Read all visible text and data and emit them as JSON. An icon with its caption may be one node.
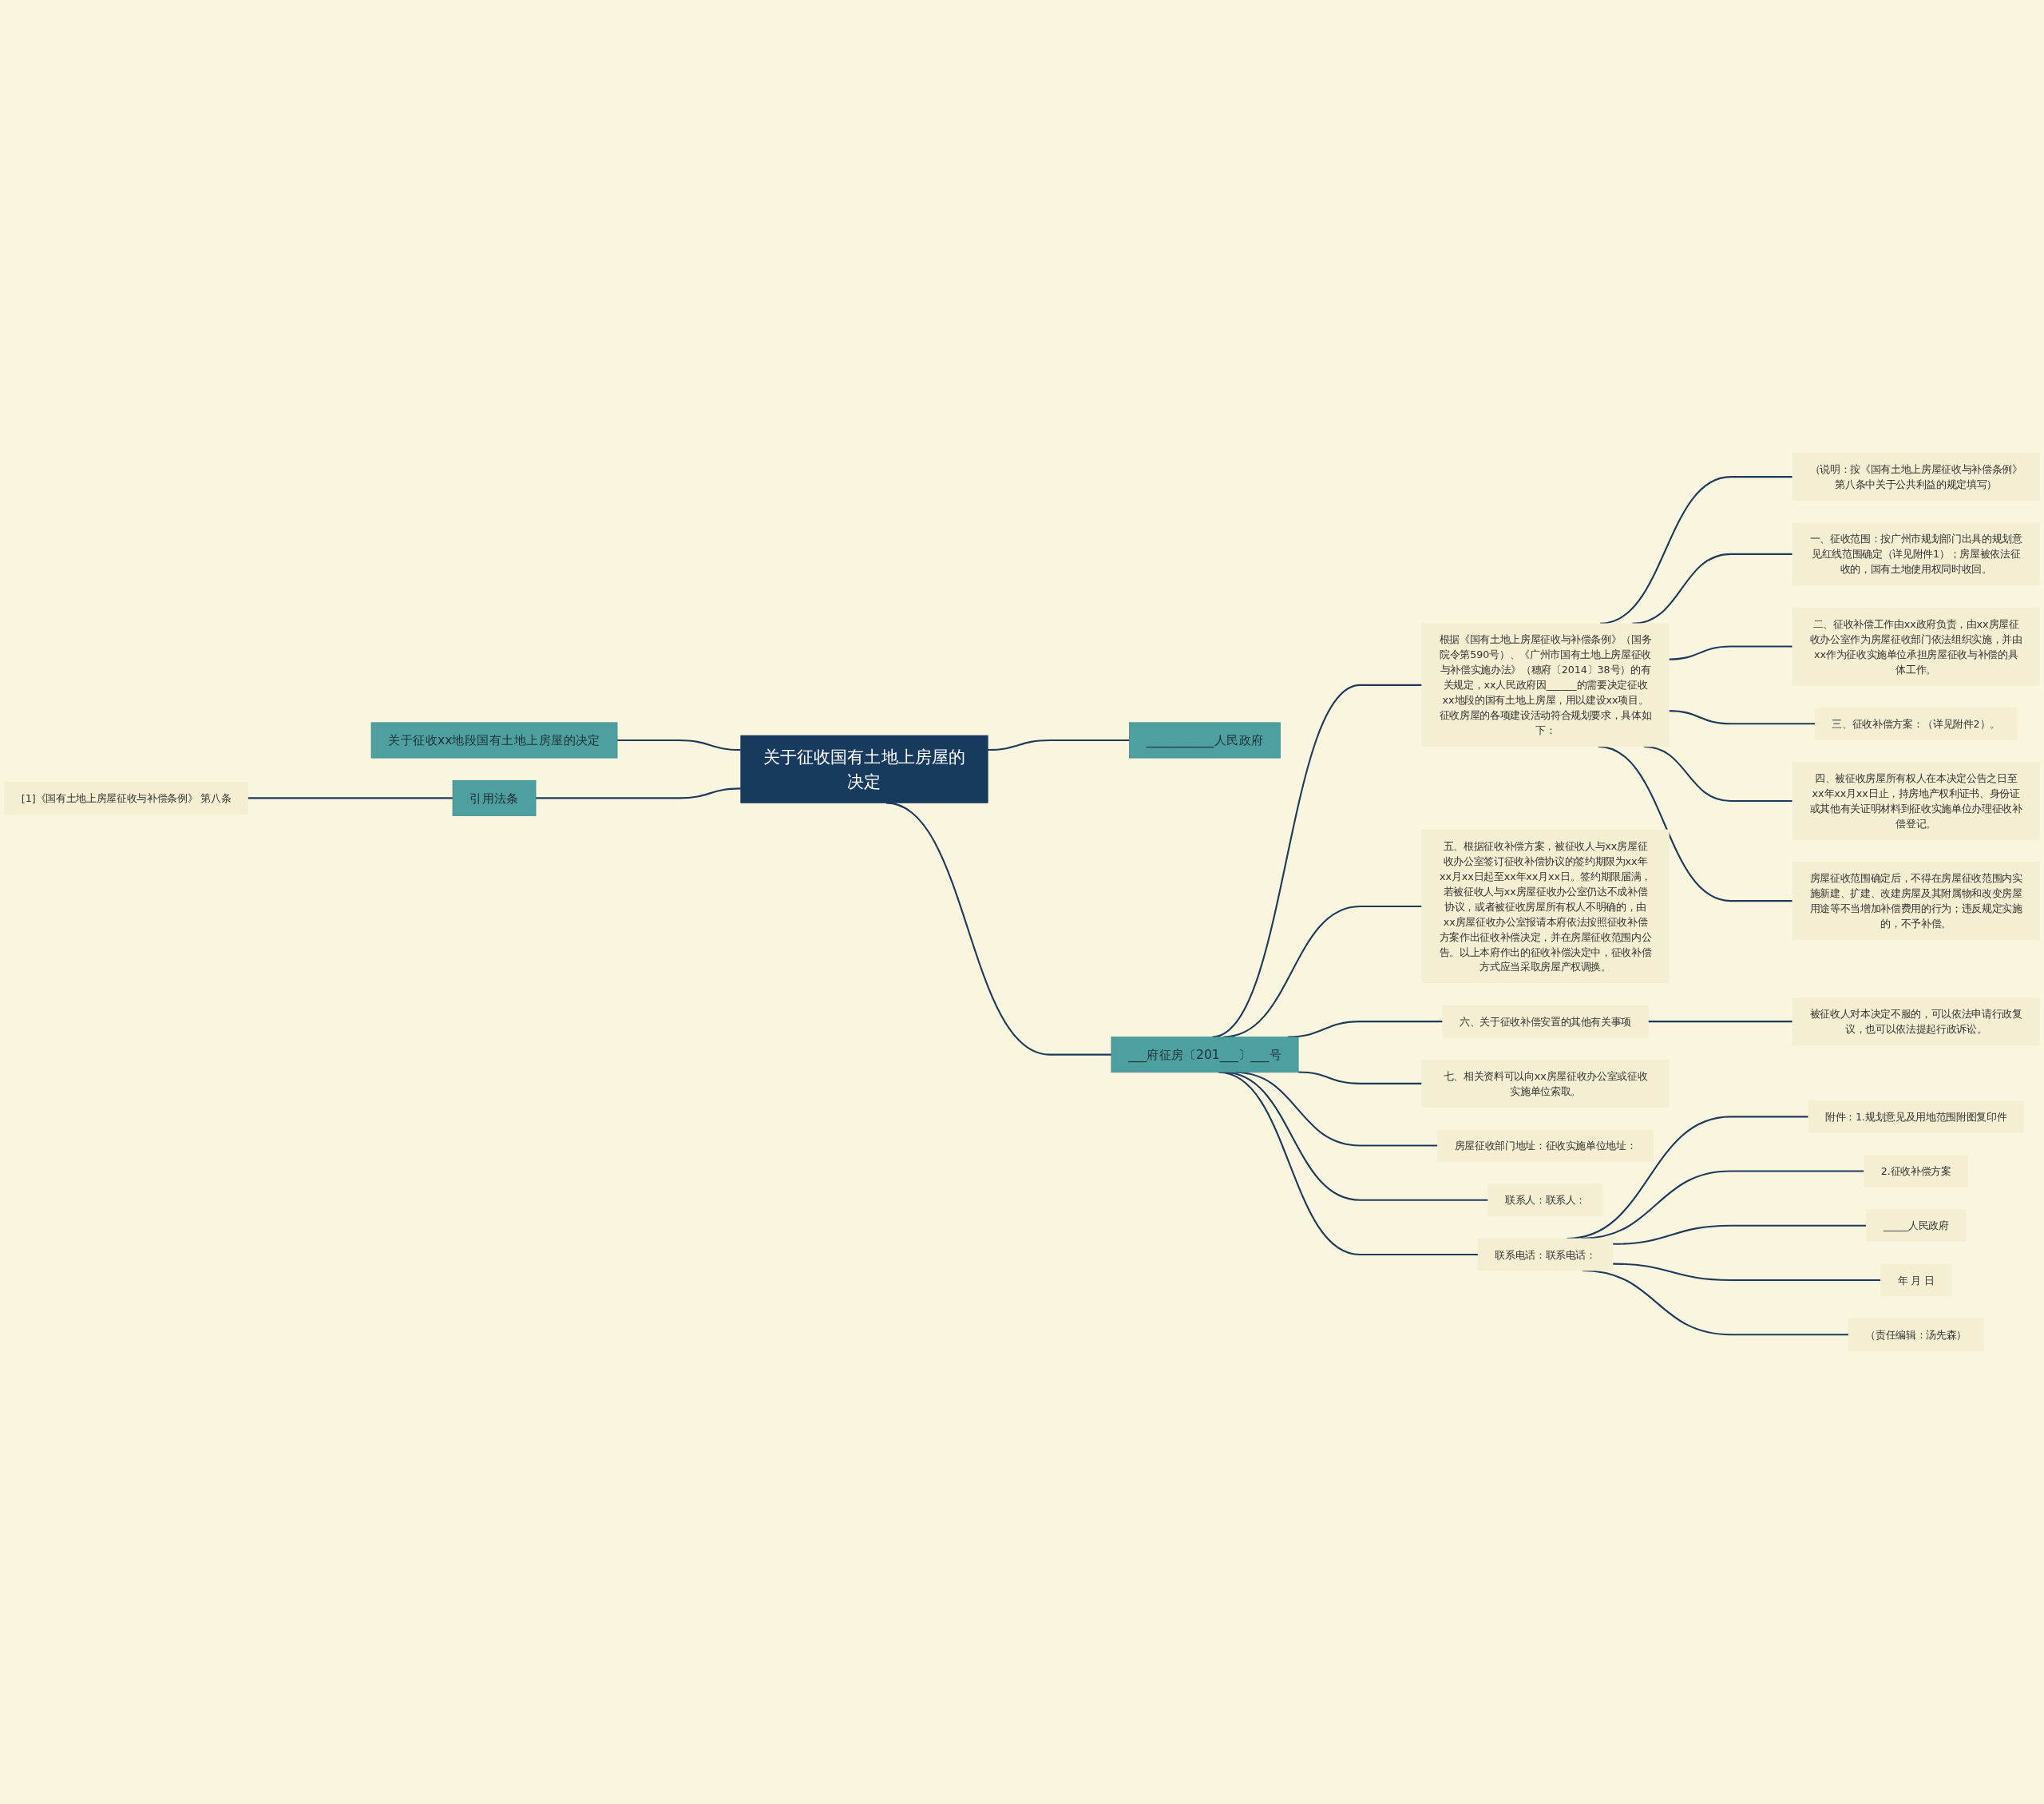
{
  "diagram": {
    "nodes": [
      {
        "text": [
          "关于征收国有土地上房屋的决定"
        ]
      },
      {
        "text": [
          "关于征收xx地段国有土地上房屋的决定"
        ]
      },
      {
        "text": [
          "引用法条"
        ]
      },
      {
        "text": [
          "[1]《国有土地上房屋征收与补偿条例》 第八条"
        ]
      },
      {
        "text": [
          "___________人民政府"
        ]
      },
      {
        "text": [
          "___府征房〔201___〕___号"
        ]
      },
      {
        "text": [
          "根据《国有土地上房屋征收与补偿条例》（国务院令第590号）、《广州市国有土地上房屋征收与补偿实施办法》（穗府〔2014〕38号）的有关规定，xx人民政府因______的需要决定征收xx地段的国有土地上房屋，用以建设xx项目。征收房屋的各项建设活动符合规划要求，具体如下："
        ]
      },
      {
        "text": [
          "（说明：按《国有土地上房屋征收与补偿条例》第八条中关于公共利益的规定填写）"
        ]
      },
      {
        "text": [
          "一、征收范围：按广州市规划部门出具的规划意见红线范围确定（详见附件1）；房屋被依法征收的，国有土地使用权同时收回。"
        ]
      },
      {
        "text": [
          "二、征收补偿工作由xx政府负责，由xx房屋征收办公室作为房屋征收部门依法组织实施，并由xx作为征收实施单位承担房屋征收与补偿的具体工作。"
        ]
      },
      {
        "text": [
          "三、征收补偿方案：（详见附件2）。"
        ]
      },
      {
        "text": [
          "四、被征收房屋所有权人在本决定公告之日至xx年xx月xx日止，持房地产权利证书、身份证或其他有关证明材料到征收实施单位办理征收补偿登记。"
        ]
      },
      {
        "text": [
          "房屋征收范围确定后，不得在房屋征收范围内实施新建、扩建、改建房屋及其附属物和改变房屋用途等不当增加补偿费用的行为；违反规定实施的，不予补偿。"
        ]
      },
      {
        "text": [
          "五、根据征收补偿方案，被征收人与xx房屋征收办公室签订征收补偿协议的签约期限为xx年xx月xx日起至xx年xx月xx日。签约期限届满，若被征收人与xx房屋征收办公室仍达不成补偿协议，或者被征收房屋所有权人不明确的，由xx房屋征收办公室报请本府依法按照征收补偿方案作出征收补偿决定，并在房屋征收范围内公告。以上本府作出的征收补偿决定中，征收补偿方式应当采取房屋产权调换。"
        ]
      },
      {
        "text": [
          "六、关于征收补偿安置的其他有关事项"
        ]
      },
      {
        "text": [
          "被征收人对本决定不服的，可以依法申请行政复议，也可以依法提起行政诉讼。"
        ]
      },
      {
        "text": [
          "七、相关资料可以向xx房屋征收办公室或征收实施单位索取。"
        ]
      },
      {
        "text": [
          "房屋征收部门地址：征收实施单位地址："
        ]
      },
      {
        "text": [
          "联系人：联系人："
        ]
      },
      {
        "text": [
          "联系电话：联系电话："
        ]
      },
      {
        "text": [
          "附件：1.规划意见及用地范围附图复印件"
        ]
      },
      {
        "text": [
          "2.征收补偿方案"
        ]
      },
      {
        "text": [
          "_____人民政府"
        ]
      },
      {
        "text": [
          "年  月 日"
        ]
      },
      {
        "text": [
          "（责任编辑：汤先森）"
        ]
      }
    ],
    "edges": [
      {
        "from": 0,
        "to": 1,
        "arrow": "none"
      },
      {
        "from": 0,
        "to": 2,
        "arrow": "none"
      },
      {
        "from": 2,
        "to": 3,
        "arrow": "none"
      },
      {
        "from": 0,
        "to": 4,
        "arrow": "none"
      },
      {
        "from": 0,
        "to": 5,
        "arrow": "none"
      },
      {
        "from": 5,
        "to": 6,
        "arrow": "none"
      },
      {
        "from": 6,
        "to": 7,
        "arrow": "none"
      },
      {
        "from": 6,
        "to": 8,
        "arrow": "none"
      },
      {
        "from": 6,
        "to": 9,
        "arrow": "none"
      },
      {
        "from": 6,
        "to": 10,
        "arrow": "none"
      },
      {
        "from": 6,
        "to": 11,
        "arrow": "none"
      },
      {
        "from": 6,
        "to": 12,
        "arrow": "none"
      },
      {
        "from": 5,
        "to": 13,
        "arrow": "none"
      },
      {
        "from": 5,
        "to": 14,
        "arrow": "none"
      },
      {
        "from": 14,
        "to": 15,
        "arrow": "none"
      },
      {
        "from": 5,
        "to": 16,
        "arrow": "none"
      },
      {
        "from": 5,
        "to": 17,
        "arrow": "none"
      },
      {
        "from": 5,
        "to": 18,
        "arrow": "none"
      },
      {
        "from": 5,
        "to": 19,
        "arrow": "none"
      },
      {
        "from": 19,
        "to": 20,
        "arrow": "none"
      },
      {
        "from": 19,
        "to": 21,
        "arrow": "none"
      },
      {
        "from": 19,
        "to": 22,
        "arrow": "none"
      },
      {
        "from": 19,
        "to": 23,
        "arrow": "none"
      },
      {
        "from": 19,
        "to": 24,
        "arrow": "none"
      }
    ]
  }
}
